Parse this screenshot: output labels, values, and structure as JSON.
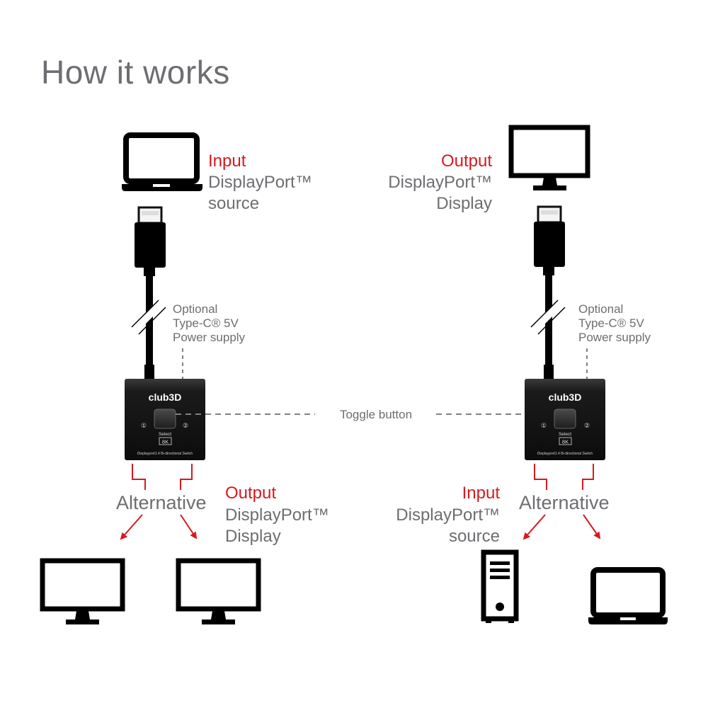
{
  "title": "How it works",
  "colors": {
    "accent": "#d71920",
    "text_gray": "#6d6e71",
    "device": "#000000",
    "dash": "#808080"
  },
  "left": {
    "top_device": {
      "icon": "laptop-icon",
      "role": "Input",
      "line1": "DisplayPort™",
      "line2": "source"
    },
    "power_note": {
      "line1": "Optional",
      "line2": "Type-C® 5V",
      "line3": "Power supply"
    },
    "switch": {
      "brand": "club3D",
      "select_label": "Select",
      "badge": "8K",
      "port1": "①",
      "port2": "②",
      "caption": "Displayport1.4 Bi-directional Switch"
    },
    "alternative_label": "Alternative",
    "bottom_role": {
      "role": "Output",
      "line1": "DisplayPort™",
      "line2": "Display"
    },
    "bottom_devices": [
      "monitor-icon",
      "monitor-icon"
    ]
  },
  "right": {
    "top_device": {
      "icon": "monitor-icon",
      "role": "Output",
      "line1": "DisplayPort™",
      "line2": "Display"
    },
    "power_note": {
      "line1": "Optional",
      "line2": "Type-C® 5V",
      "line3": "Power supply"
    },
    "switch": {
      "brand": "club3D",
      "select_label": "Select",
      "badge": "8K",
      "port1": "①",
      "port2": "②",
      "caption": "Displayport1.4 Bi-directional Switch"
    },
    "alternative_label": "Alternative",
    "bottom_role": {
      "role": "Input",
      "line1": "DisplayPort™",
      "line2": "source"
    },
    "bottom_devices": [
      "desktop-tower-icon",
      "laptop-icon"
    ]
  },
  "toggle_label": "Toggle button"
}
